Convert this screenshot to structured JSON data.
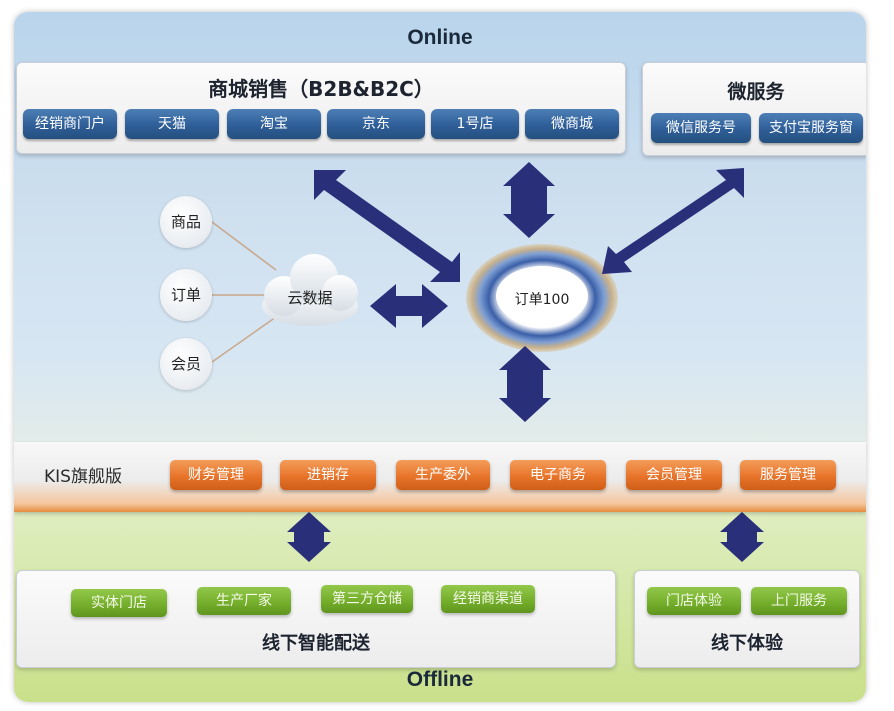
{
  "online_label": "Online",
  "offline_label": "Offline",
  "mall": {
    "title": "商城销售（B2B&B2C）",
    "channels": [
      "经销商门户",
      "天猫",
      "淘宝",
      "京东",
      "1号店",
      "微商城"
    ]
  },
  "micro": {
    "title": "微服务",
    "channels": [
      "微信服务号",
      "支付宝服务窗"
    ]
  },
  "cloud": {
    "label": "云数据",
    "sources": [
      "商品",
      "订单",
      "会员"
    ]
  },
  "hub": {
    "label": "订单100"
  },
  "kis": {
    "label": "KIS旗舰版",
    "modules": [
      "财务管理",
      "进销存",
      "生产委外",
      "电子商务",
      "会员管理",
      "服务管理"
    ]
  },
  "delivery": {
    "title": "线下智能配送",
    "items": [
      "实体门店",
      "生产厂家",
      "第三方仓储",
      "经销商渠道"
    ]
  },
  "experience": {
    "title": "线下体验",
    "items": [
      "门店体验",
      "上门服务"
    ]
  },
  "colors": {
    "arrow": "#2a2f7a",
    "channel_blue": "#2f5e98",
    "module_orange": "#e8742a",
    "offline_green": "#73ad2a"
  }
}
